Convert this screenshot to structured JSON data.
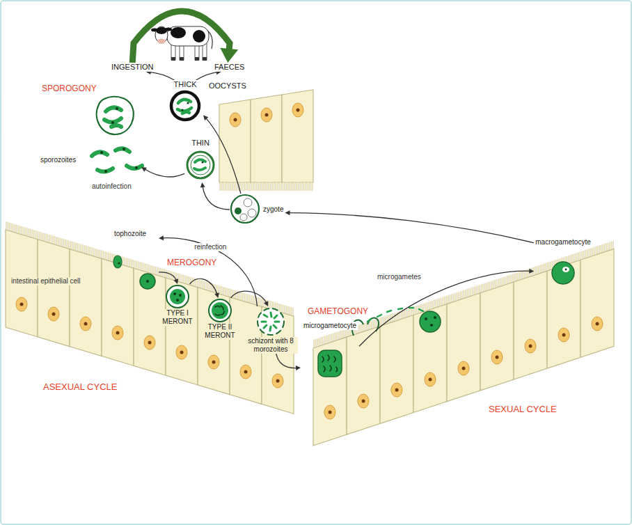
{
  "diagram": {
    "nodes": [
      {
        "text": [
          "INGESTION"
        ]
      },
      {
        "text": [
          "FAECES"
        ]
      },
      {
        "text": [
          "THICK"
        ]
      },
      {
        "text": [
          "THIN"
        ]
      },
      {
        "text": [
          "SPOROGONY"
        ]
      },
      {
        "text": [
          "sporozoites"
        ]
      },
      {
        "text": [
          "tophozoite"
        ]
      },
      {
        "text": [
          "TYPE I MERONT"
        ]
      },
      {
        "text": [
          "TYPE II MERONT"
        ]
      },
      {
        "text": [
          "schizont with 8 morozoites"
        ]
      },
      {
        "text": [
          "microgametocyte"
        ]
      },
      {
        "text": [
          "macrogametocyte"
        ]
      },
      {
        "text": [
          "zygote"
        ]
      }
    ],
    "edges": [
      {
        "from": 0,
        "to": 1,
        "arrow": "to"
      },
      {
        "from": 2,
        "to": 0,
        "arrow": "to"
      },
      {
        "from": 2,
        "to": 1,
        "arrow": "to"
      },
      {
        "from": 12,
        "to": 2,
        "arrow": "to"
      },
      {
        "from": 12,
        "to": 3,
        "arrow": "to"
      },
      {
        "from": 3,
        "to": 5,
        "arrow": "to"
      },
      {
        "from": 6,
        "to": 7,
        "arrow": "to"
      },
      {
        "from": 7,
        "to": 8,
        "arrow": "to"
      },
      {
        "from": 8,
        "to": 9,
        "arrow": "to"
      },
      {
        "from": 9,
        "to": 6,
        "label": "reinfection",
        "arrow": "to"
      },
      {
        "from": 9,
        "to": 10,
        "arrow": "to"
      },
      {
        "from": 10,
        "to": 11,
        "arrow": "to"
      },
      {
        "from": 11,
        "to": 12,
        "arrow": "to"
      }
    ],
    "labels": [
      "OOCYSTS",
      "autoinfection",
      "MEROGONY",
      "intestinal epithelial cell",
      "ASEXUAL CYCLE",
      "GAMETOGONY",
      "microgametes",
      "SEXUAL CYCLE"
    ]
  }
}
